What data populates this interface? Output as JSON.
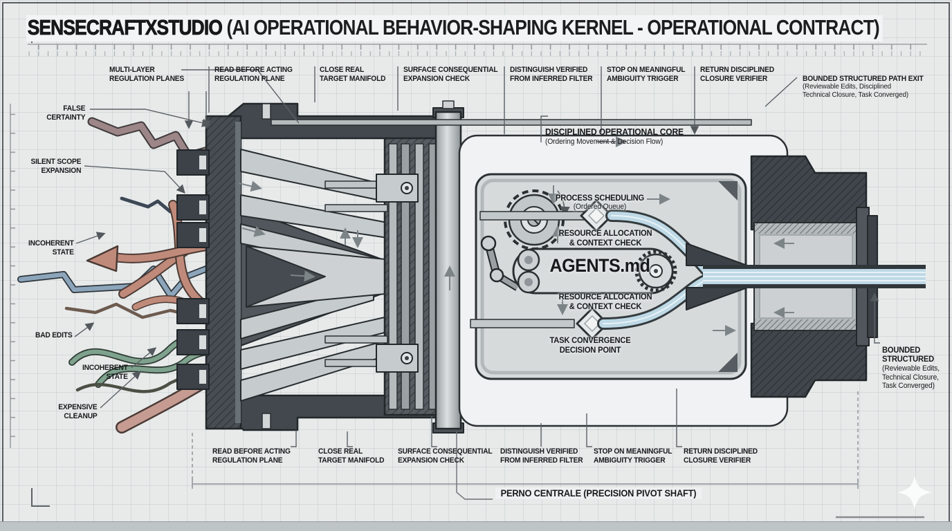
{
  "title": {
    "brand": "SENSECRAFTXSTUDIO",
    "rest": " (AI OPERATIONAL BEHAVIOR-SHAPING KERNEL - OPERATIONAL CONTRACT)"
  },
  "top_labels": [
    {
      "text": "MULTI-LAYER\nREGULATION PLANES"
    },
    {
      "text": "READ BEFORE ACTING\nREGULATION PLANE"
    },
    {
      "text": "CLOSE REAL\nTARGET MANIFOLD"
    },
    {
      "text": "SURFACE CONSEQUENTIAL\nEXPANSION CHECK"
    },
    {
      "text": "DISTINGUISH VERIFIED\nFROM INFERRED FILTER"
    },
    {
      "text": "STOP ON MEANINGFUL\nAMBIGUITY TRIGGER"
    },
    {
      "text": "RETURN DISCIPLINED\nCLOSURE VERIFIER"
    },
    {
      "text": "BOUNDED STRUCTURED PATH EXIT",
      "sub": "(Reviewable Edits, Disciplined\nTechnical Closure, Task Converged)"
    }
  ],
  "left_labels": [
    {
      "text": "FALSE\nCERTAINTY"
    },
    {
      "text": "SILENT SCOPE\nEXPANSION"
    },
    {
      "text": "INCOHERENT\nSTATE"
    },
    {
      "text": "BAD EDITS"
    },
    {
      "text": "INCOHERENT\nSTATE"
    },
    {
      "text": "EXPENSIVE\nCLEANUP"
    }
  ],
  "core": {
    "header": "DISCIPLINED OPERATIONAL CORE",
    "header_sub": "(Ordering Movement & Decision Flow)",
    "process_scheduling": "PROCESS SCHEDULING",
    "process_scheduling_sub": "(Ordered Queue)",
    "resource_check_top": "RESOURCE ALLOCATION\n& CONTEXT CHECK",
    "agents_file": "AGENTS.md",
    "resource_check_bottom": "RESOURCE ALLOCATION\n& CONTEXT CHECK",
    "task_convergence": "TASK CONVERGENCE\nDECISION POINT"
  },
  "right_label": {
    "text": "BOUNDED\nSTRUCTURED",
    "sub": "(Reviewable Edits,\nTechnical Closure,\nTask Converged)"
  },
  "bottom_labels": [
    {
      "text": "READ BEFORE ACTING\nREGULATION PLANE"
    },
    {
      "text": "CLOSE REAL\nTARGET MANIFOLD"
    },
    {
      "text": "SURFACE CONSEQUENTIAL\nEXPANSION CHECK"
    },
    {
      "text": "DISTINGUISH VERIFIED\nFROM INFERRED FILTER"
    },
    {
      "text": "STOP ON MEANINGFUL\nAMBIGUITY TRIGGER"
    },
    {
      "text": "RETURN DISCIPLINED\nCLOSURE VERIFIER"
    }
  ],
  "bottom_caption": "PERNO CENTRALE (PRECISION PIVOT SHAFT)",
  "colors": {
    "false_certainty": "#9d8688",
    "silent_scope_dark": "#3d4856",
    "silent_scope_light": "#8ca5ba",
    "incoherent_state": "#c08a7a",
    "brown_strand": "#6d5b50",
    "bad_edits": "#7ea28d",
    "incoherent_state_dark": "#4b4f44",
    "expensive_cleanup": "#c69c92",
    "flow_blue": "#bed9e5",
    "housing_dark": "#474d52",
    "metal_light": "#c6cbcd"
  }
}
